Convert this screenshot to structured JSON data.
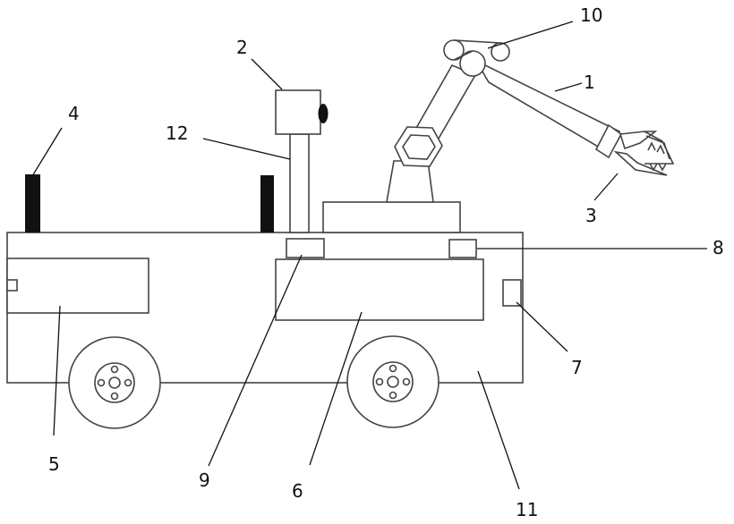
{
  "labels": {
    "l1": "1",
    "l2": "2",
    "l3": "3",
    "l4": "4",
    "l5": "5",
    "l6": "6",
    "l7": "7",
    "l8": "8",
    "l9": "9",
    "l10": "10",
    "l11": "11",
    "l12": "12"
  },
  "colors": {
    "line": "#444444",
    "solid": "#111111",
    "background": "#ffffff"
  }
}
